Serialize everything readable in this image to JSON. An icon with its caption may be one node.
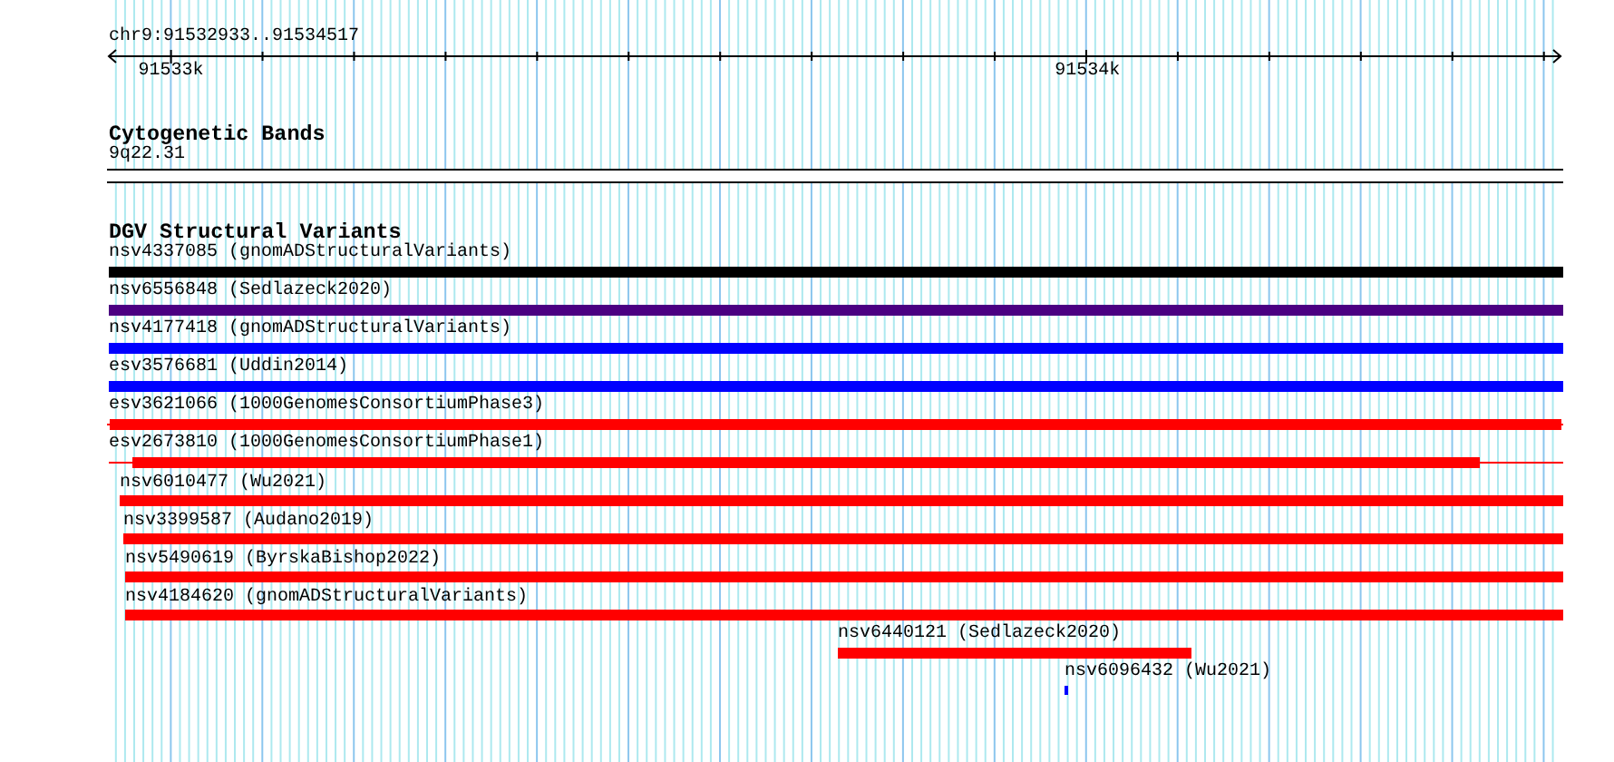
{
  "diagram": {
    "nodes": [
      {
        "text": [
          "9q22.31"
        ]
      },
      {
        "text": [
          "nsv4337085 (gnomADStructuralVariants)"
        ]
      },
      {
        "text": [
          "nsv6556848 (Sedlazeck2020)"
        ]
      },
      {
        "text": [
          "nsv4177418 (gnomADStructuralVariants)"
        ]
      },
      {
        "text": [
          "esv3576681 (Uddin2014)"
        ]
      },
      {
        "text": [
          "esv3621066 (1000GenomesConsortiumPhase3)"
        ]
      },
      {
        "text": [
          "esv2673810 (1000GenomesConsortiumPhase1)"
        ]
      },
      {
        "text": [
          "nsv6010477 (Wu2021)"
        ]
      },
      {
        "text": [
          "nsv3399587 (Audano2019)"
        ]
      },
      {
        "text": [
          "nsv5490619 (ByrskaBishop2022)"
        ]
      },
      {
        "text": [
          "nsv4184620 (gnomADStructuralVariants)"
        ]
      },
      {
        "text": [
          "nsv6440121 (Sedlazeck2020)"
        ]
      },
      {
        "text": [
          "nsv6096432 (Wu2021)"
        ]
      }
    ],
    "labels": [
      "chr9:91532933..91534517",
      "91533k",
      "91534k",
      "Cytogenetic Bands",
      "DGV Structural Variants"
    ]
  }
}
